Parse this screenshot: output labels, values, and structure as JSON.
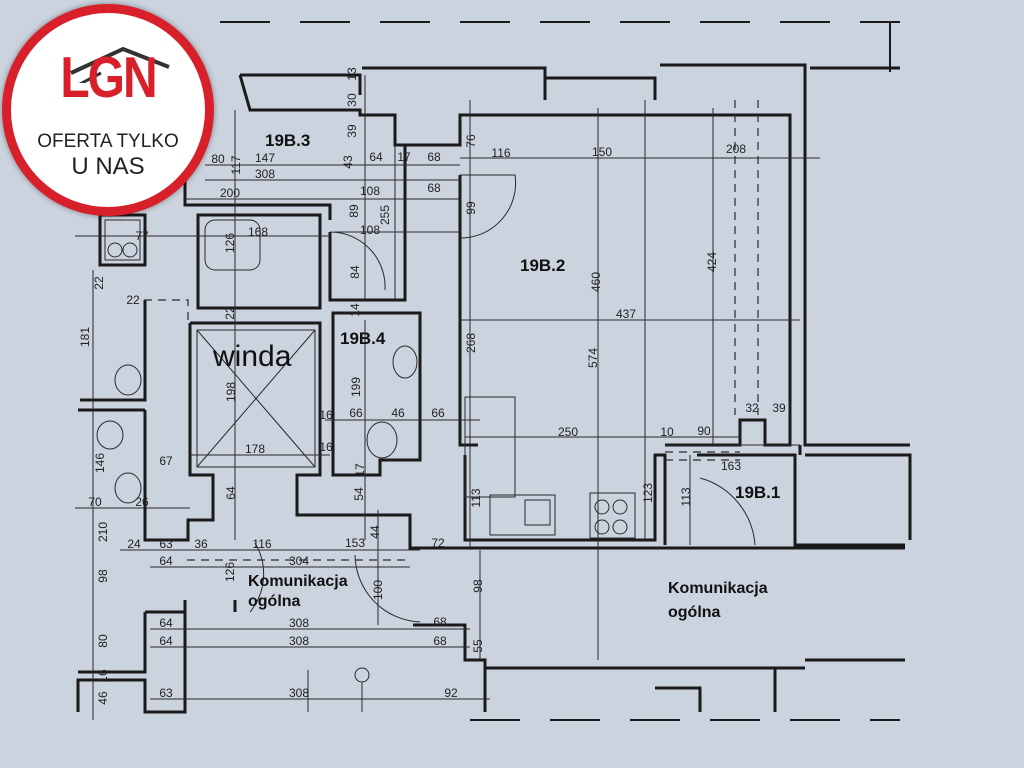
{
  "logo": {
    "brand": "LGN",
    "line1": "OFERTA TYLKO",
    "line2": "U NAS",
    "color": "#d8202a"
  },
  "rooms": {
    "r3": "19B.3",
    "r2": "19B.2",
    "r4": "19B.4",
    "r1": "19B.1",
    "lift": "winda",
    "corridor_left": [
      "Komunikacja",
      "ogólna"
    ],
    "corridor_right": [
      "Komunikacja",
      "ogólna"
    ]
  },
  "dimensions_horizontal": [
    "80",
    "147",
    "308",
    "200",
    "64",
    "17",
    "68",
    "108",
    "68",
    "116",
    "150",
    "208",
    "77",
    "168",
    "108",
    "437",
    "250",
    "10",
    "90",
    "32",
    "39",
    "163",
    "66",
    "46",
    "66",
    "178",
    "67",
    "70",
    "26",
    "24",
    "63",
    "36",
    "116",
    "153",
    "72",
    "64",
    "304",
    "64",
    "308",
    "68",
    "64",
    "308",
    "68",
    "63",
    "308",
    "92",
    "22",
    "16",
    "16"
  ],
  "dimensions_vertical": [
    "13",
    "30",
    "39",
    "43",
    "89",
    "255",
    "126",
    "84",
    "14",
    "22",
    "76",
    "99",
    "460",
    "424",
    "574",
    "268",
    "113",
    "123",
    "113",
    "181",
    "198",
    "199",
    "146",
    "64",
    "54",
    "44",
    "17",
    "210",
    "98",
    "80",
    "16",
    "46",
    "126",
    "100",
    "98",
    "55",
    "117",
    "22"
  ]
}
